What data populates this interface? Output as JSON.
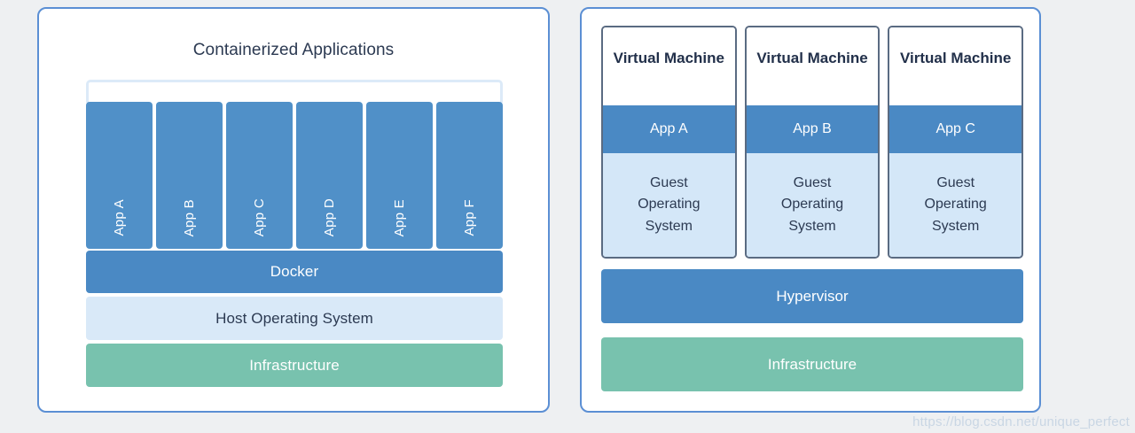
{
  "diagram": {
    "watermark": "https://blog.csdn.net/unique_perfect",
    "colors": {
      "panel_border": "#5b8fd4",
      "app_blue": "#5090c8",
      "layer_blue": "#4a89c4",
      "layer_light_blue": "#d9e9f8",
      "layer_green": "#78c2ae",
      "vm_border": "#5a6b82",
      "text_dark": "#2c3a52",
      "background": "#eef0f2"
    }
  },
  "containers_panel": {
    "title": "Containerized Applications",
    "apps": [
      {
        "label": "App A"
      },
      {
        "label": "App B"
      },
      {
        "label": "App C"
      },
      {
        "label": "App D"
      },
      {
        "label": "App E"
      },
      {
        "label": "App F"
      }
    ],
    "layers": [
      {
        "label": "Docker",
        "style": "blue"
      },
      {
        "label": "Host Operating System",
        "style": "light"
      },
      {
        "label": "Infrastructure",
        "style": "green"
      }
    ]
  },
  "vms_panel": {
    "machines": [
      {
        "title": "Virtual Machine",
        "app": "App A",
        "guest_os_lines": [
          "Guest",
          "Operating",
          "System"
        ]
      },
      {
        "title": "Virtual Machine",
        "app": "App B",
        "guest_os_lines": [
          "Guest",
          "Operating",
          "System"
        ]
      },
      {
        "title": "Virtual Machine",
        "app": "App C",
        "guest_os_lines": [
          "Guest",
          "Operating",
          "System"
        ]
      }
    ],
    "layers": [
      {
        "label": "Hypervisor",
        "style": "blue"
      },
      {
        "label": "Infrastructure",
        "style": "green"
      }
    ]
  }
}
